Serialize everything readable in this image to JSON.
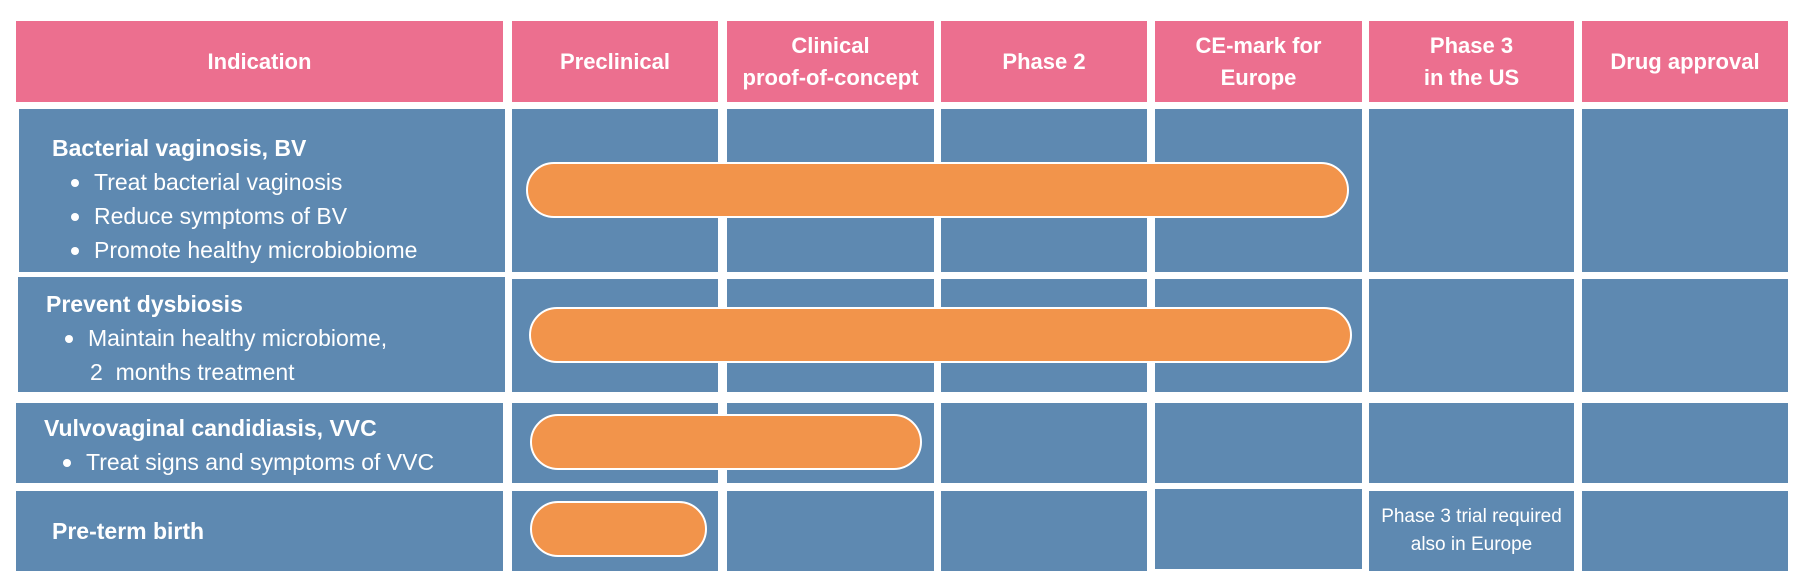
{
  "headers": [
    "Indication",
    "Preclinical",
    "Clinical\nproof-of-concept",
    "Phase 2",
    "CE-mark for\nEurope",
    "Phase 3\nin the US",
    "Drug approval"
  ],
  "rows": [
    {
      "title": "Bacterial vaginosis, BV",
      "bullets": [
        "Treat bacterial vaginosis",
        "Reduce symptoms of BV",
        "Promote healthy microbiobiome"
      ],
      "continuation": "",
      "progress_stage": "CE-mark for Europe"
    },
    {
      "title": "Prevent dysbiosis",
      "bullets": [
        "Maintain healthy microbiome,"
      ],
      "continuation": "2  months treatment",
      "progress_stage": "CE-mark for Europe"
    },
    {
      "title": "Vulvovaginal candidiasis, VVC",
      "bullets": [
        "Treat signs and symptoms of VVC"
      ],
      "continuation": "",
      "progress_stage": "Clinical proof-of-concept"
    },
    {
      "title": "Pre-term birth",
      "bullets": [],
      "continuation": "",
      "progress_stage": "Preclinical"
    }
  ],
  "notes": {
    "phase3_preterm": "Phase 3 trial required\nalso in Europe"
  },
  "colors": {
    "header": "#ec6f8f",
    "cell": "#5e89b1",
    "bar": "#f2944b"
  }
}
